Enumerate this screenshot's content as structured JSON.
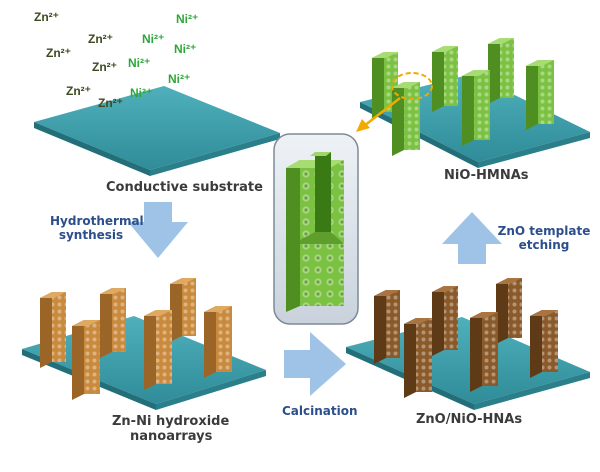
{
  "ions": {
    "zn": "Zn²⁺",
    "ni": "Ni²⁺"
  },
  "labels": {
    "conductive_substrate": "Conductive substrate",
    "hydrothermal_line1": "Hydrothermal",
    "hydrothermal_line2": "synthesis",
    "znni_line1": "Zn-Ni  hydroxide",
    "znni_line2": "nanoarrays",
    "calcination": "Calcination",
    "zno_nio": "ZnO/NiO-HNAs",
    "etching_line1": "ZnO template",
    "etching_line2": "etching",
    "nio_hmnas": "NiO-HMNAs"
  },
  "colors": {
    "substrate": "#3b9aa6",
    "arrow": "#9fc2e7",
    "zn_ion": "#3d4a22",
    "ni_ion": "#2fa63a",
    "hydroxide_rod": "#c98a3e",
    "zno_nio_rod": "#8a5a2b",
    "nio_rod": "#7cc242",
    "blue_text": "#2c4f8c"
  }
}
